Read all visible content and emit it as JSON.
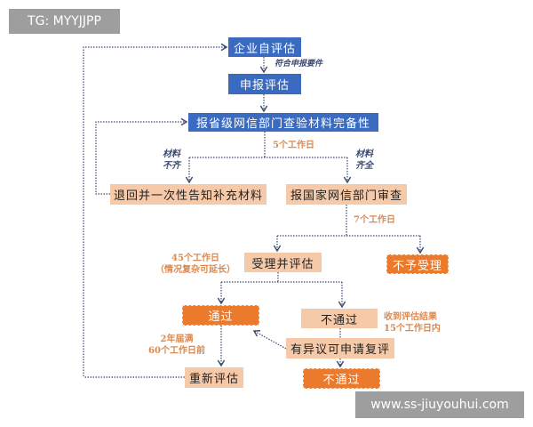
{
  "watermark_top": "TG: MYYJJPP",
  "watermark_bottom": "www.ss-jiuyouhui.com",
  "nodes": {
    "self_eval": "企业自评估",
    "apply_eval": "申报评估",
    "provincial_check": "报省级网信部门查验材料完备性",
    "return_materials": "退回并一次性告知补充材料",
    "national_review": "报国家网信部门审查",
    "accept_eval": "受理并评估",
    "reject": "不予受理",
    "pass": "通过",
    "fail": "不通过",
    "appeal": "有异议可申请复评",
    "re_eval": "重新评估",
    "fail_final": "不通过"
  },
  "labels": {
    "meets_req": "符合申报要件",
    "days5": "5个工作日",
    "incomplete_1": "材料",
    "incomplete_2": "不齐",
    "complete_1": "材料",
    "complete_2": "齐全",
    "days7": "7个工作日",
    "days45_1": "45个工作日",
    "days45_2": "（情况复杂可延长）",
    "result_1": "收到评估结果",
    "result_2": "15个工作日内",
    "expire_1": "2年届满",
    "expire_2": "60个工作日前"
  },
  "colors": {
    "blue": "#3a6bc0",
    "peach": "#f6c9a8",
    "orange": "#ec7a2c"
  }
}
